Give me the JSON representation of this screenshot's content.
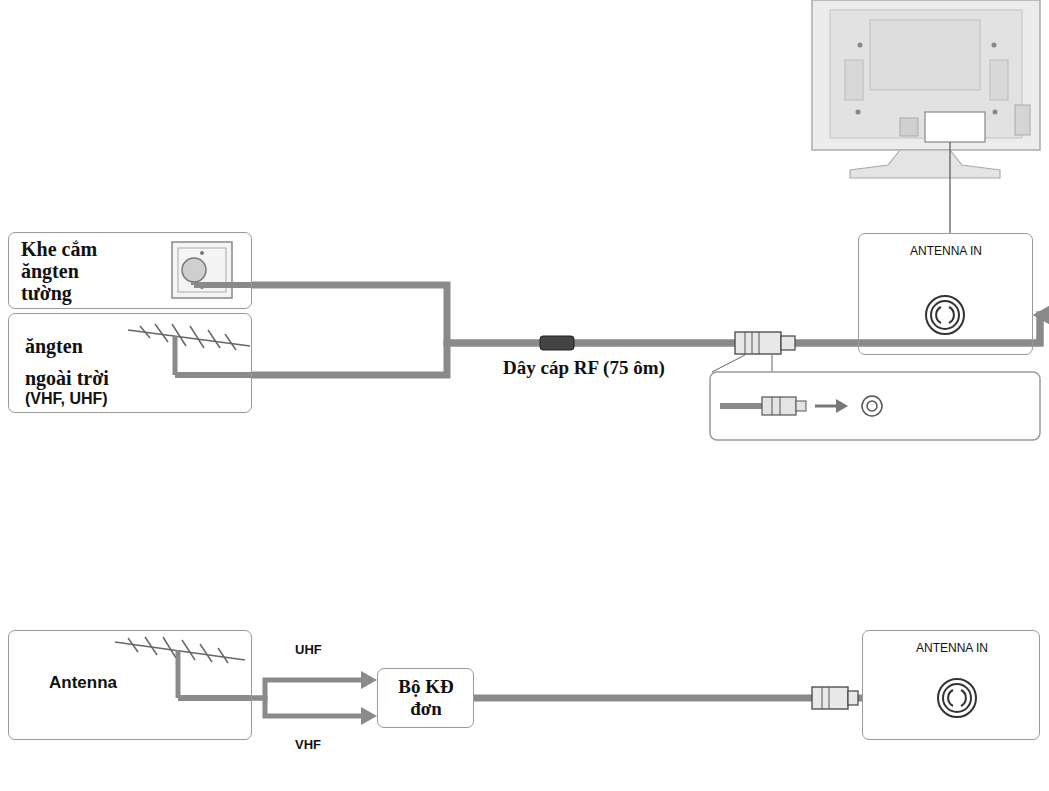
{
  "diagram": {
    "nodes": [
      {
        "text": [
          "Khe cắm ăngten tường"
        ]
      },
      {
        "text": [
          "ăngten ngoài trời",
          "(VHF, UHF)"
        ]
      },
      {
        "text": [
          "ANTENNA IN"
        ]
      },
      {
        "text": [
          "Antenna"
        ]
      },
      {
        "text": [
          "Bộ KĐ đơn"
        ]
      },
      {
        "text": [
          "ANTENNA IN"
        ]
      }
    ],
    "edges": [
      {
        "from": 0,
        "to": 2,
        "arrow": "to",
        "label": "Dây cáp RF (75 ôm)"
      },
      {
        "from": 1,
        "to": 2,
        "arrow": "to"
      },
      {
        "from": 3,
        "to": 4,
        "arrow": "to",
        "label": "UHF"
      },
      {
        "from": 3,
        "to": 4,
        "arrow": "to",
        "label": "VHF"
      },
      {
        "from": 4,
        "to": 5,
        "arrow": "none"
      }
    ]
  }
}
